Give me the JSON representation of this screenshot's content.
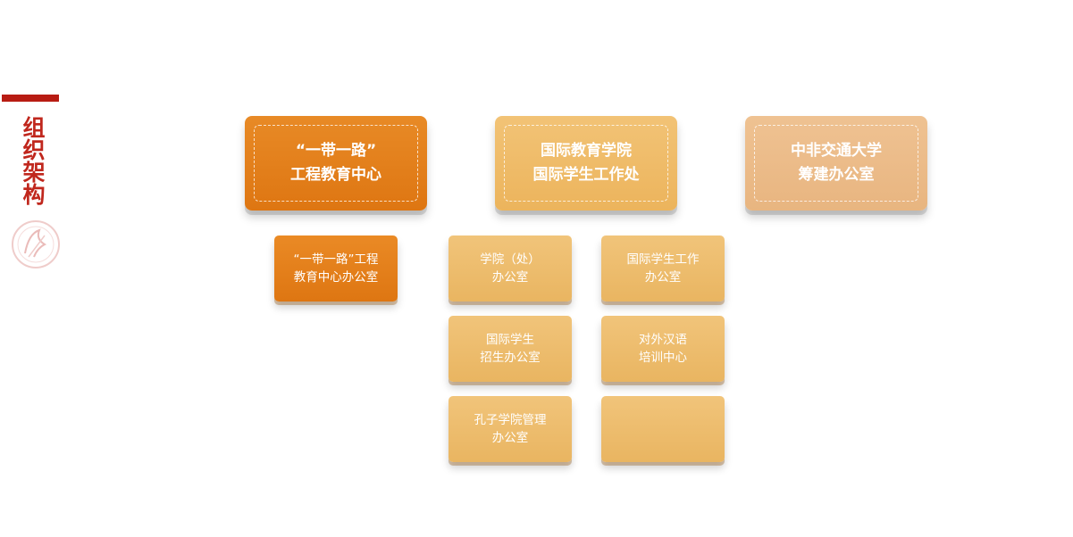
{
  "side": {
    "title": "组织架构"
  },
  "colors": {
    "accent": "#b81c13",
    "orange": "#de7612",
    "gold": "#ecb45c",
    "peach": "#e8b580"
  },
  "top_boxes": [
    {
      "label": "“一带一路”\n工程教育中心"
    },
    {
      "label": "国际教育学院\n国际学生工作处"
    },
    {
      "label": "中非交通大学\n筹建办公室"
    }
  ],
  "sub_boxes": [
    {
      "label": "“一带一路”工程\n教育中心办公室"
    },
    {
      "label": "学院（处）\n办公室"
    },
    {
      "label": "国际学生工作\n办公室"
    },
    {
      "label": "国际学生\n招生办公室"
    },
    {
      "label": "对外汉语\n培训中心"
    },
    {
      "label": "孔子学院管理\n办公室"
    },
    {
      "label": ""
    }
  ]
}
